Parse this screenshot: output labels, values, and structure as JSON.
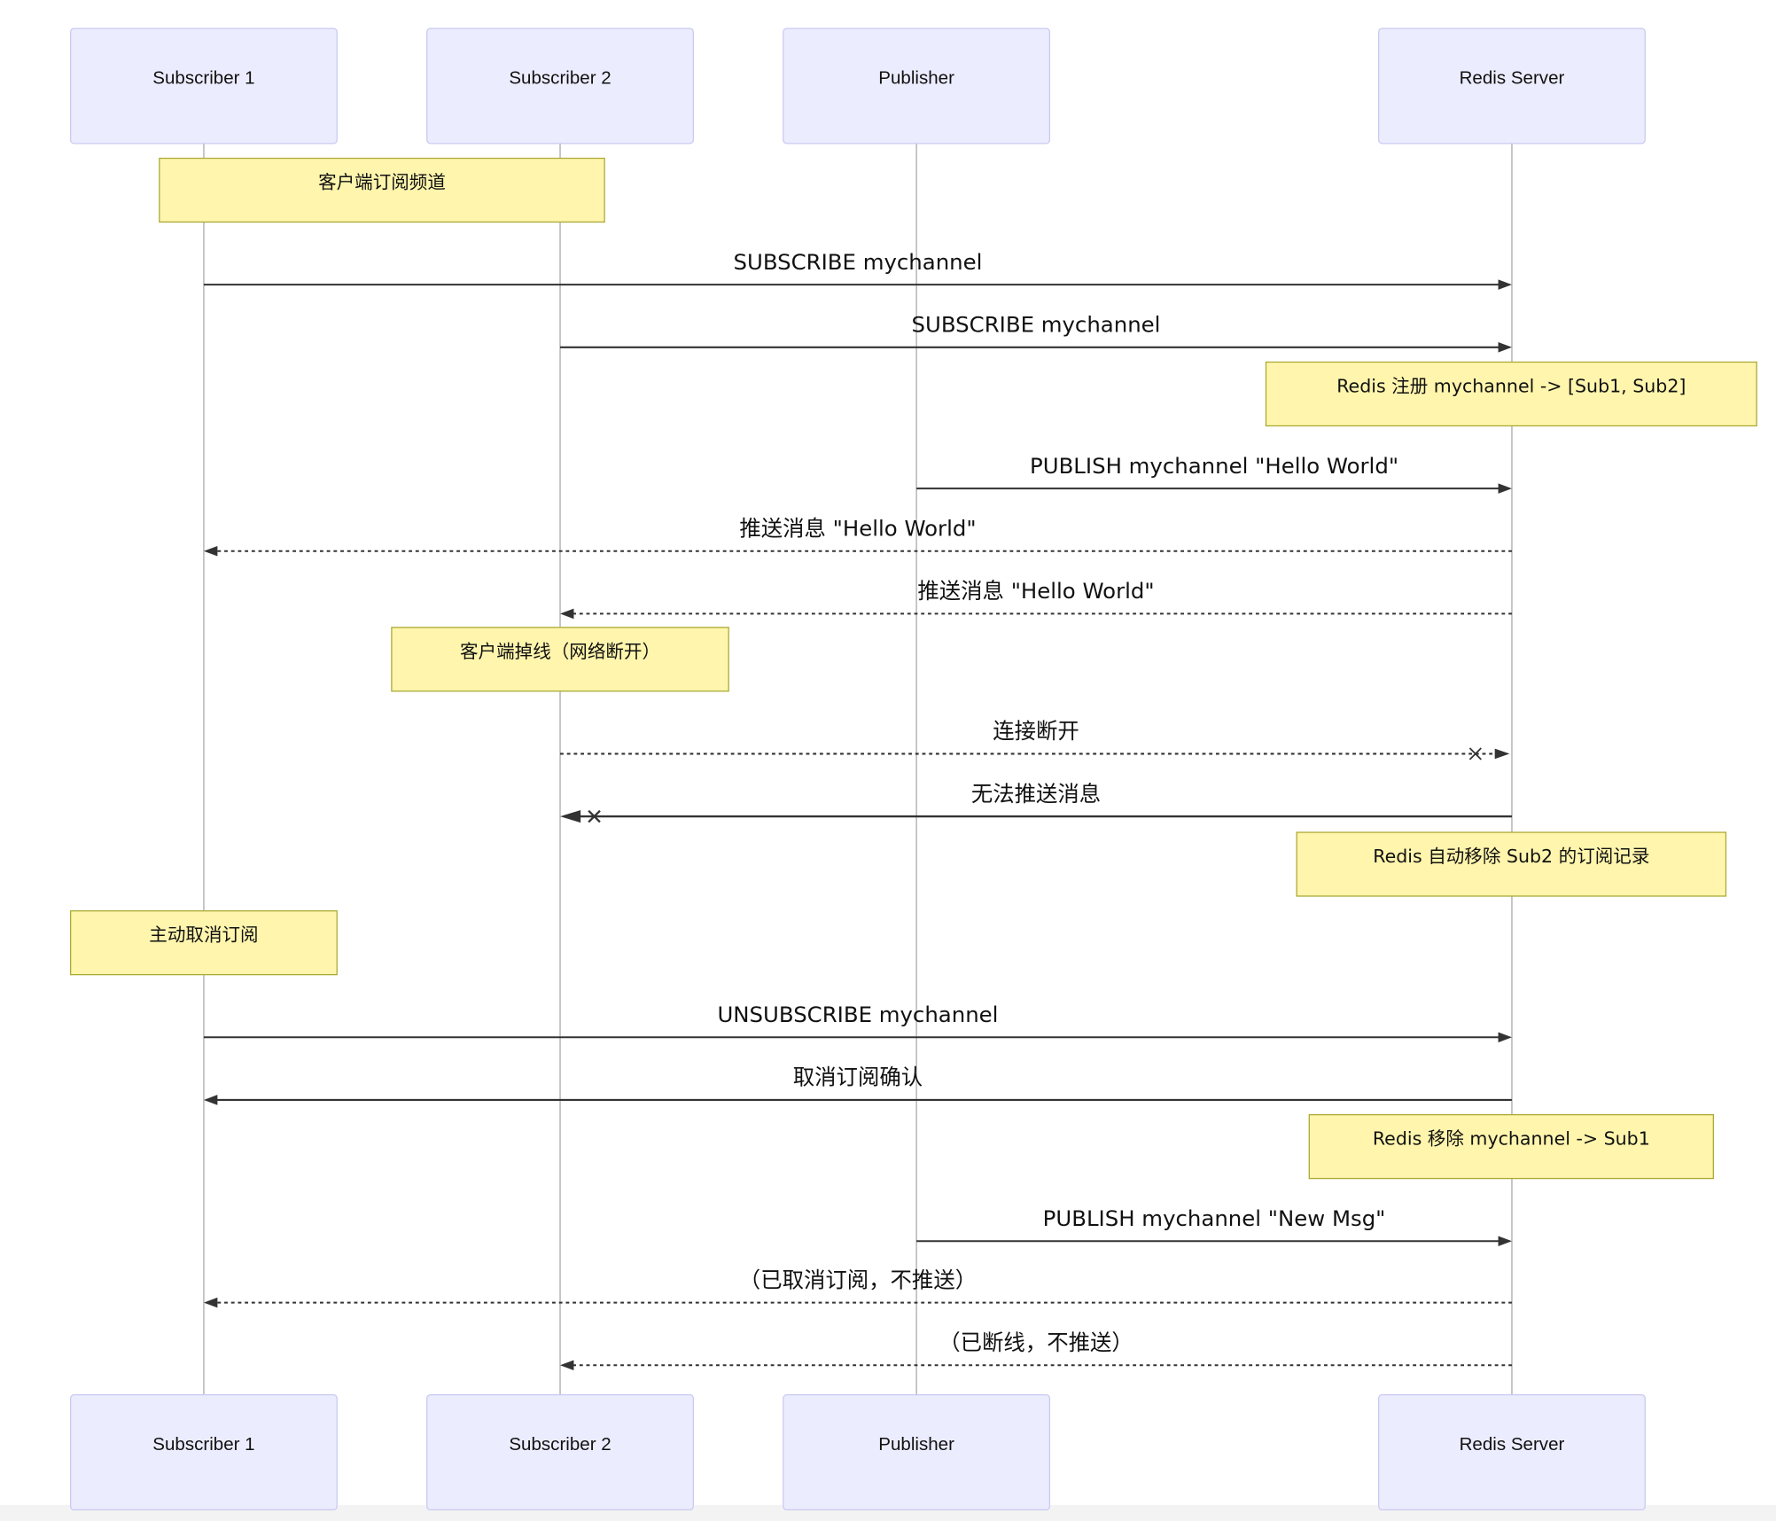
{
  "participants": [
    {
      "id": "sub1",
      "label": "Subscriber 1"
    },
    {
      "id": "sub2",
      "label": "Subscriber 2"
    },
    {
      "id": "pub",
      "label": "Publisher"
    },
    {
      "id": "redis",
      "label": "Redis Server"
    }
  ],
  "messages": [
    {
      "from": "sub1",
      "to": "redis",
      "label": "SUBSCRIBE mychannel",
      "style": "solid",
      "head": "arrow"
    },
    {
      "from": "sub2",
      "to": "redis",
      "label": "SUBSCRIBE mychannel",
      "style": "solid",
      "head": "arrow"
    },
    {
      "from": "pub",
      "to": "redis",
      "label": "PUBLISH mychannel \"Hello World\"",
      "style": "solid",
      "head": "arrow"
    },
    {
      "from": "redis",
      "to": "sub1",
      "label": "推送消息 \"Hello World\"",
      "style": "dashed",
      "head": "arrow"
    },
    {
      "from": "redis",
      "to": "sub2",
      "label": "推送消息 \"Hello World\"",
      "style": "dashed",
      "head": "arrow"
    },
    {
      "from": "sub2",
      "to": "redis",
      "label": "连接断开",
      "style": "dashed",
      "head": "async"
    },
    {
      "from": "redis",
      "to": "sub2",
      "label": "无法推送消息",
      "style": "solid",
      "head": "cross"
    },
    {
      "from": "sub1",
      "to": "redis",
      "label": "UNSUBSCRIBE mychannel",
      "style": "solid",
      "head": "arrow"
    },
    {
      "from": "redis",
      "to": "sub1",
      "label": "取消订阅确认",
      "style": "solid",
      "head": "arrow"
    },
    {
      "from": "pub",
      "to": "redis",
      "label": "PUBLISH mychannel \"New Msg\"",
      "style": "solid",
      "head": "arrow"
    },
    {
      "from": "redis",
      "to": "sub1",
      "label": "（已取消订阅，不推送）",
      "style": "dashed",
      "head": "arrow"
    },
    {
      "from": "redis",
      "to": "sub2",
      "label": "（已断线，不推送）",
      "style": "dashed",
      "head": "arrow"
    }
  ],
  "notes": [
    {
      "text": "客户端订阅频道",
      "over": [
        "sub1",
        "sub2"
      ]
    },
    {
      "text": "Redis 注册 mychannel -> [Sub1, Sub2]",
      "over": [
        "redis"
      ]
    },
    {
      "text": "客户端掉线（网络断开）",
      "over": [
        "sub2"
      ]
    },
    {
      "text": "Redis 自动移除 Sub2 的订阅记录",
      "over": [
        "redis"
      ]
    },
    {
      "text": "主动取消订阅",
      "over": [
        "sub1"
      ]
    },
    {
      "text": "Redis 移除 mychannel -> Sub1",
      "over": [
        "redis"
      ]
    }
  ],
  "colors": {
    "actor_fill": "#ECECFF",
    "actor_border": "#C9C9F2",
    "lifeline": "#A9A9A9",
    "note_fill": "#FFF5AD",
    "note_border": "#AAAA33",
    "arrow": "#333333",
    "text": "#111111"
  }
}
